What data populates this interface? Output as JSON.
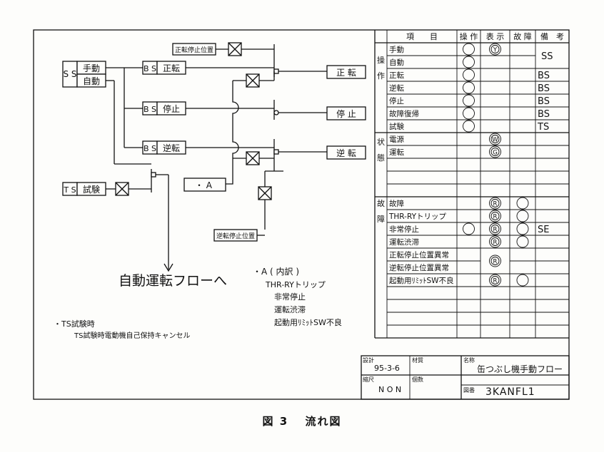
{
  "diagram": {
    "blocks": {
      "ss_label": "S S",
      "ss_manual": "手動",
      "ss_auto": "自動",
      "bs_label": "B S",
      "bs_forward": "正転",
      "bs_stop": "停止",
      "bs_reverse": "逆転",
      "ts_label": "T S",
      "ts_test": "試験",
      "fwd_stop_pos": "正転停止位置",
      "rev_stop_pos": "逆転停止位置",
      "a_block": "・ A",
      "out_forward": "正 転",
      "out_stop": "停 止",
      "out_reverse": "逆 転"
    },
    "auto_flow": "自動運転フローへ",
    "a_breakdown": {
      "title": "・A ( 内訳 )",
      "items": [
        "THR-RYトリップ",
        "非常停止",
        "運転渋滞",
        "起動用ﾘﾐｯﾄSW不良"
      ]
    },
    "note": {
      "title": "・TS試験時",
      "text": "TS試験時電動機自己保持キャンセル"
    }
  },
  "table": {
    "headers": [
      "項　　目",
      "操 作",
      "表 示",
      "故 障",
      "備　考"
    ],
    "groups": {
      "operation": "操作",
      "status": "状態",
      "fault": "故障"
    },
    "rows": [
      {
        "label": "手動",
        "op": true,
        "disp": "Y",
        "fault": false,
        "note": "SS",
        "note_span": 2
      },
      {
        "label": "自動",
        "op": true,
        "disp": "",
        "fault": false,
        "note": ""
      },
      {
        "label": "正転",
        "op": true,
        "disp": "",
        "fault": false,
        "note": "BS"
      },
      {
        "label": "逆転",
        "op": true,
        "disp": "",
        "fault": false,
        "note": "BS"
      },
      {
        "label": "停止",
        "op": true,
        "disp": "",
        "fault": false,
        "note": "BS"
      },
      {
        "label": "故障復帰",
        "op": true,
        "disp": "",
        "fault": false,
        "note": "BS"
      },
      {
        "label": "試験",
        "op": true,
        "disp": "",
        "fault": false,
        "note": "TS"
      },
      {
        "label": "電源",
        "op": false,
        "disp": "W",
        "fault": false,
        "note": ""
      },
      {
        "label": "運転",
        "op": false,
        "disp": "G",
        "fault": false,
        "note": ""
      },
      {
        "label": "",
        "op": false,
        "disp": "",
        "fault": false,
        "note": ""
      },
      {
        "label": "",
        "op": false,
        "disp": "",
        "fault": false,
        "note": ""
      },
      {
        "label": "",
        "op": false,
        "disp": "",
        "fault": false,
        "note": ""
      },
      {
        "label": "故障",
        "op": false,
        "disp": "R",
        "fault": true,
        "note": ""
      },
      {
        "label": "THR-RYトリップ",
        "op": false,
        "disp": "R",
        "fault": true,
        "note": ""
      },
      {
        "label": "非常停止",
        "op": true,
        "disp": "R",
        "fault": true,
        "note": "SE"
      },
      {
        "label": "運転渋滞",
        "op": false,
        "disp": "R",
        "fault": true,
        "note": ""
      },
      {
        "label": "正転停止位置異常",
        "op": false,
        "disp": "R",
        "fault": false,
        "note": "",
        "disp_span": 2
      },
      {
        "label": "逆転停止位置異常",
        "op": false,
        "disp": "",
        "fault": false,
        "note": ""
      },
      {
        "label": "起動用ﾘﾐｯﾄSW不良",
        "op": false,
        "disp": "R",
        "fault": true,
        "note": ""
      },
      {
        "label": "",
        "op": false,
        "disp": "",
        "fault": false,
        "note": ""
      },
      {
        "label": "",
        "op": false,
        "disp": "",
        "fault": false,
        "note": ""
      },
      {
        "label": "",
        "op": false,
        "disp": "",
        "fault": false,
        "note": ""
      },
      {
        "label": "",
        "op": false,
        "disp": "",
        "fault": false,
        "note": ""
      }
    ]
  },
  "title_block": {
    "design_label": "設計",
    "design_value": "95-3-6",
    "material_label": "材質",
    "name_label": "名称",
    "name_value": "缶つぶし機手動フロー",
    "scale_label": "縮尺",
    "scale_value": "N O N",
    "qty_label": "個数",
    "drawing_label": "図番",
    "drawing_value": "3KANFL1"
  },
  "caption": {
    "figure": "図 3",
    "title": "流れ図"
  }
}
